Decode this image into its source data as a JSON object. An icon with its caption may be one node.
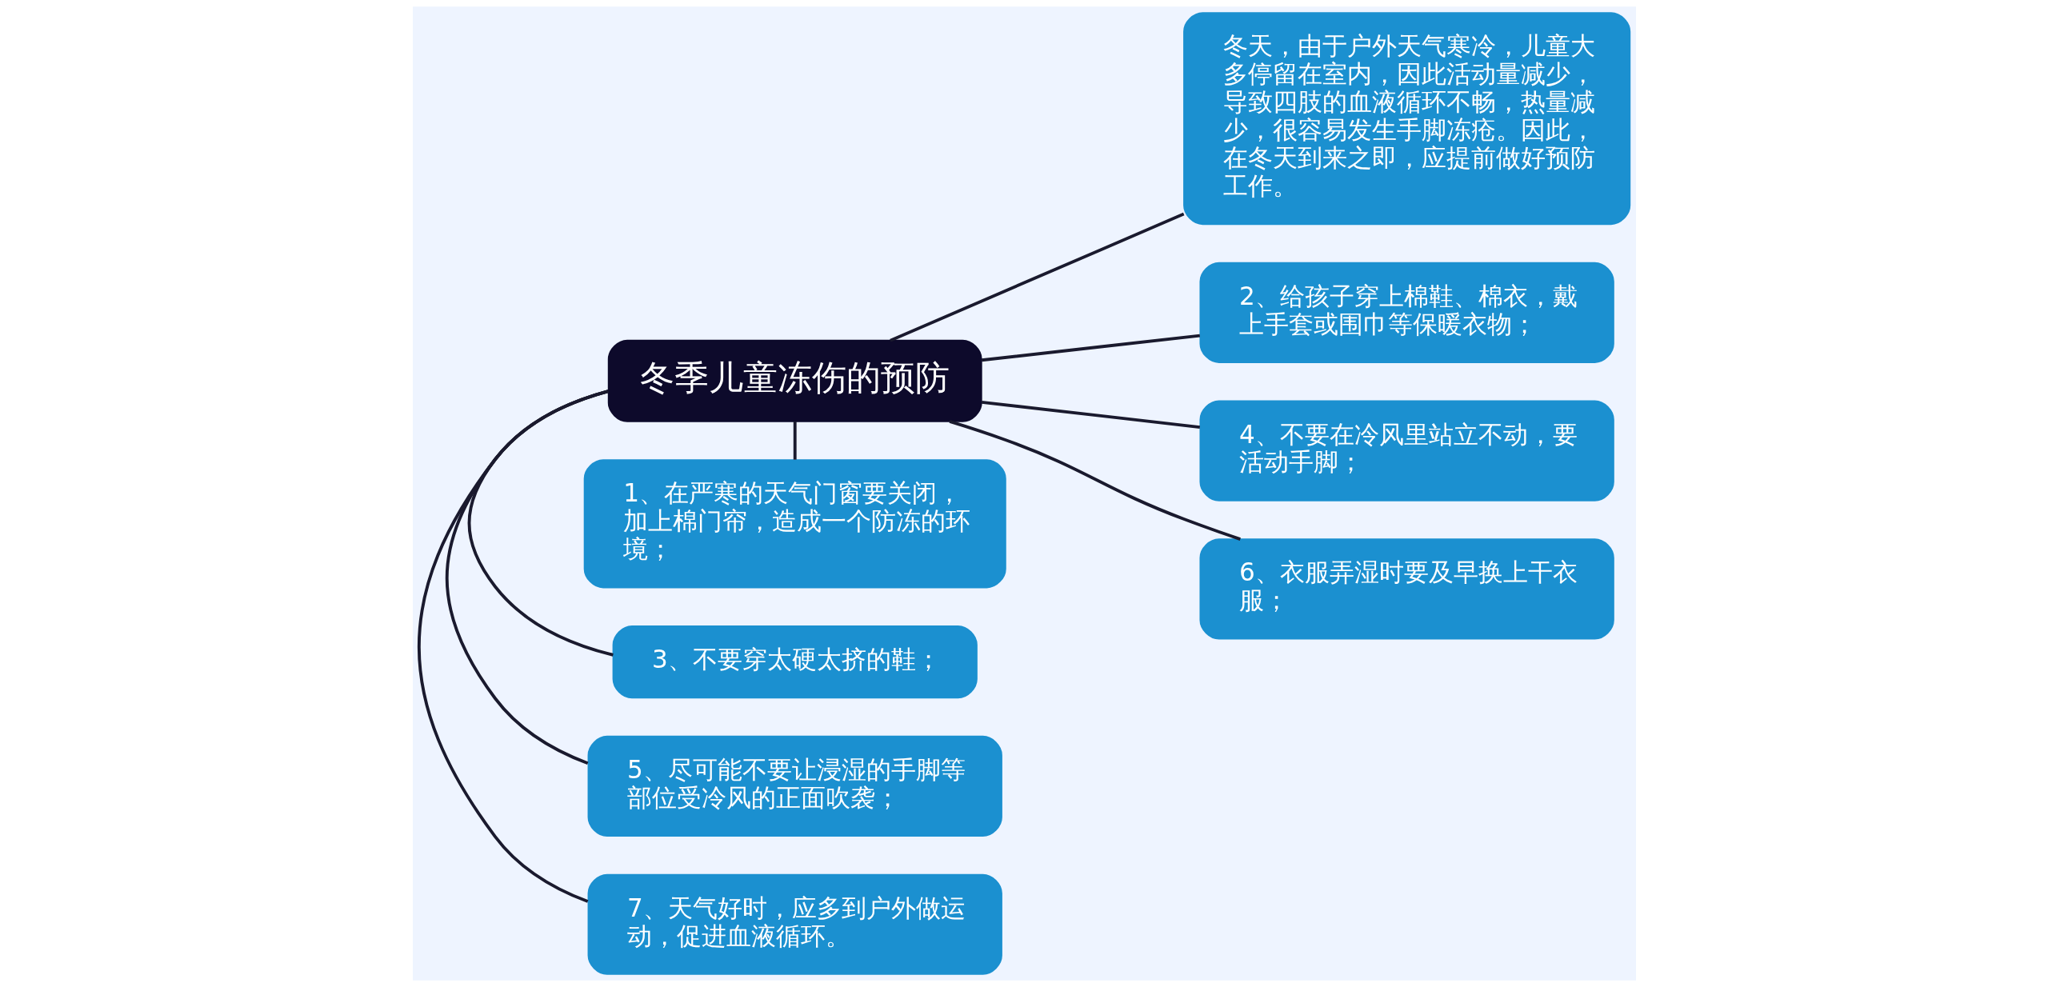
{
  "diagram": {
    "nodes": [
      {
        "text": [
          "冬季儿童冻伤的预防"
        ]
      },
      {
        "text": [
          "1、在严寒的天气门窗要关闭，加上棉门帘，造成一个防冻的环境；"
        ]
      },
      {
        "text": [
          "3、不要穿太硬太挤的鞋；"
        ]
      },
      {
        "text": [
          "5、尽可能不要让浸湿的手脚等部位受冷风的正面吹袭；"
        ]
      },
      {
        "text": [
          "7、天气好时，应多到户外做运动，促进血液循环。"
        ]
      },
      {
        "text": [
          "冬天，由于户外天气寒冷，儿童大多停留在室内，因此活动量减少，导致四肢的血液循环不畅，热量减少，很容易发生手脚冻疮。因此，在冬天到来之即，应提前做好预防工作。"
        ]
      },
      {
        "text": [
          "2、给孩子穿上棉鞋、棉衣，戴上手套或围巾等保暖衣物；"
        ]
      },
      {
        "text": [
          "4、不要在冷风里站立不动，要活动手脚；"
        ]
      },
      {
        "text": [
          "6、衣服弄湿时要及早换上干衣服；"
        ]
      }
    ],
    "edges": [
      {
        "from": 0,
        "to": 1,
        "arrow": "none"
      },
      {
        "from": 0,
        "to": 2,
        "arrow": "none"
      },
      {
        "from": 0,
        "to": 3,
        "arrow": "none"
      },
      {
        "from": 0,
        "to": 4,
        "arrow": "none"
      },
      {
        "from": 0,
        "to": 5,
        "arrow": "none"
      },
      {
        "from": 0,
        "to": 6,
        "arrow": "none"
      },
      {
        "from": 0,
        "to": 7,
        "arrow": "none"
      },
      {
        "from": 0,
        "to": 8,
        "arrow": "none"
      }
    ]
  }
}
